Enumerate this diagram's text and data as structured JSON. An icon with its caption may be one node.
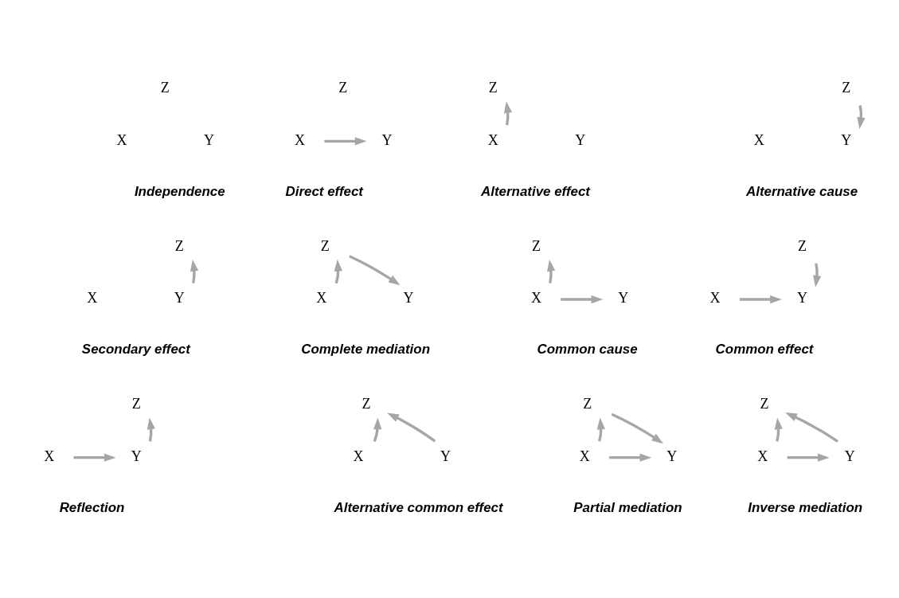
{
  "diagram": {
    "nodes": [
      {
        "text": [
          "Z"
        ]
      },
      {
        "text": [
          "X"
        ]
      },
      {
        "text": [
          "Y"
        ]
      },
      {
        "text": [
          "Z"
        ]
      },
      {
        "text": [
          "X"
        ]
      },
      {
        "text": [
          "Y"
        ]
      },
      {
        "text": [
          "Z"
        ]
      },
      {
        "text": [
          "X"
        ]
      },
      {
        "text": [
          "Y"
        ]
      },
      {
        "text": [
          "Z"
        ]
      },
      {
        "text": [
          "X"
        ]
      },
      {
        "text": [
          "Y"
        ]
      },
      {
        "text": [
          "Z"
        ]
      },
      {
        "text": [
          "X"
        ]
      },
      {
        "text": [
          "Y"
        ]
      },
      {
        "text": [
          "Z"
        ]
      },
      {
        "text": [
          "X"
        ]
      },
      {
        "text": [
          "Y"
        ]
      },
      {
        "text": [
          "Z"
        ]
      },
      {
        "text": [
          "X"
        ]
      },
      {
        "text": [
          "Y"
        ]
      },
      {
        "text": [
          "Z"
        ]
      },
      {
        "text": [
          "X"
        ]
      },
      {
        "text": [
          "Y"
        ]
      },
      {
        "text": [
          "Z"
        ]
      },
      {
        "text": [
          "X"
        ]
      },
      {
        "text": [
          "Y"
        ]
      },
      {
        "text": [
          "Z"
        ]
      },
      {
        "text": [
          "X"
        ]
      },
      {
        "text": [
          "Y"
        ]
      },
      {
        "text": [
          "Z"
        ]
      },
      {
        "text": [
          "X"
        ]
      },
      {
        "text": [
          "Y"
        ]
      },
      {
        "text": [
          "Z"
        ]
      },
      {
        "text": [
          "X"
        ]
      },
      {
        "text": [
          "Y"
        ]
      }
    ],
    "edges": [
      {
        "from": 4,
        "to": 5,
        "arrow": "to"
      },
      {
        "from": 7,
        "to": 6,
        "arrow": "to"
      },
      {
        "from": 9,
        "to": 11,
        "arrow": "to"
      },
      {
        "from": 14,
        "to": 12,
        "arrow": "to"
      },
      {
        "from": 16,
        "to": 15,
        "arrow": "to"
      },
      {
        "from": 15,
        "to": 17,
        "arrow": "to"
      },
      {
        "from": 19,
        "to": 18,
        "arrow": "to"
      },
      {
        "from": 19,
        "to": 20,
        "arrow": "to"
      },
      {
        "from": 21,
        "to": 23,
        "arrow": "to"
      },
      {
        "from": 22,
        "to": 23,
        "arrow": "to"
      },
      {
        "from": 26,
        "to": 24,
        "arrow": "to"
      },
      {
        "from": 25,
        "to": 26,
        "arrow": "to"
      },
      {
        "from": 28,
        "to": 27,
        "arrow": "to"
      },
      {
        "from": 29,
        "to": 27,
        "arrow": "to"
      },
      {
        "from": 31,
        "to": 30,
        "arrow": "to"
      },
      {
        "from": 30,
        "to": 32,
        "arrow": "to"
      },
      {
        "from": 31,
        "to": 32,
        "arrow": "to"
      },
      {
        "from": 34,
        "to": 33,
        "arrow": "to"
      },
      {
        "from": 35,
        "to": 33,
        "arrow": "to"
      },
      {
        "from": 34,
        "to": 35,
        "arrow": "to"
      }
    ],
    "labels": [
      "Independence",
      "Direct effect",
      "Alternative effect",
      "Alternative cause",
      "Secondary effect",
      "Complete mediation",
      "Common cause",
      "Common effect",
      "Reflection",
      "Alternative common effect",
      "Partial mediation",
      "Inverse mediation"
    ]
  }
}
